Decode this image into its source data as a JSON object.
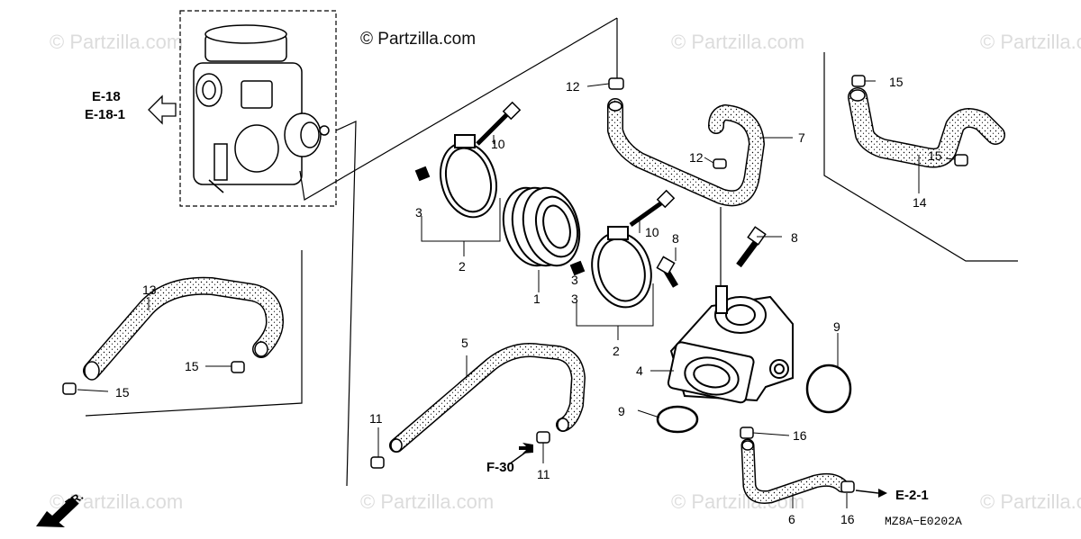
{
  "watermark": "© Partzilla.com",
  "copyright": "© Partzilla.com",
  "diagram_code": "MZ8A−E0202A",
  "refs": {
    "e18": "E-18",
    "e18_1": "E-18-1",
    "f30": "F-30",
    "e21": "E-2-1",
    "fr": "FR."
  },
  "callouts": {
    "c1": "1",
    "c2a": "2",
    "c2b": "2",
    "c3a": "3",
    "c3b": "3",
    "c3c": "3",
    "c4": "4",
    "c5": "5",
    "c6": "6",
    "c7": "7",
    "c8a": "8",
    "c8b": "8",
    "c9a": "9",
    "c9b": "9",
    "c10a": "10",
    "c10b": "10",
    "c11a": "11",
    "c11b": "11",
    "c12a": "12",
    "c12b": "12",
    "c13": "13",
    "c14": "14",
    "c15a": "15",
    "c15b": "15",
    "c15c": "15",
    "c15d": "15",
    "c16a": "16",
    "c16b": "16"
  },
  "colors": {
    "ink": "#000000",
    "watermark": "#dcdcdc",
    "hose_fill": "#ffffff"
  }
}
